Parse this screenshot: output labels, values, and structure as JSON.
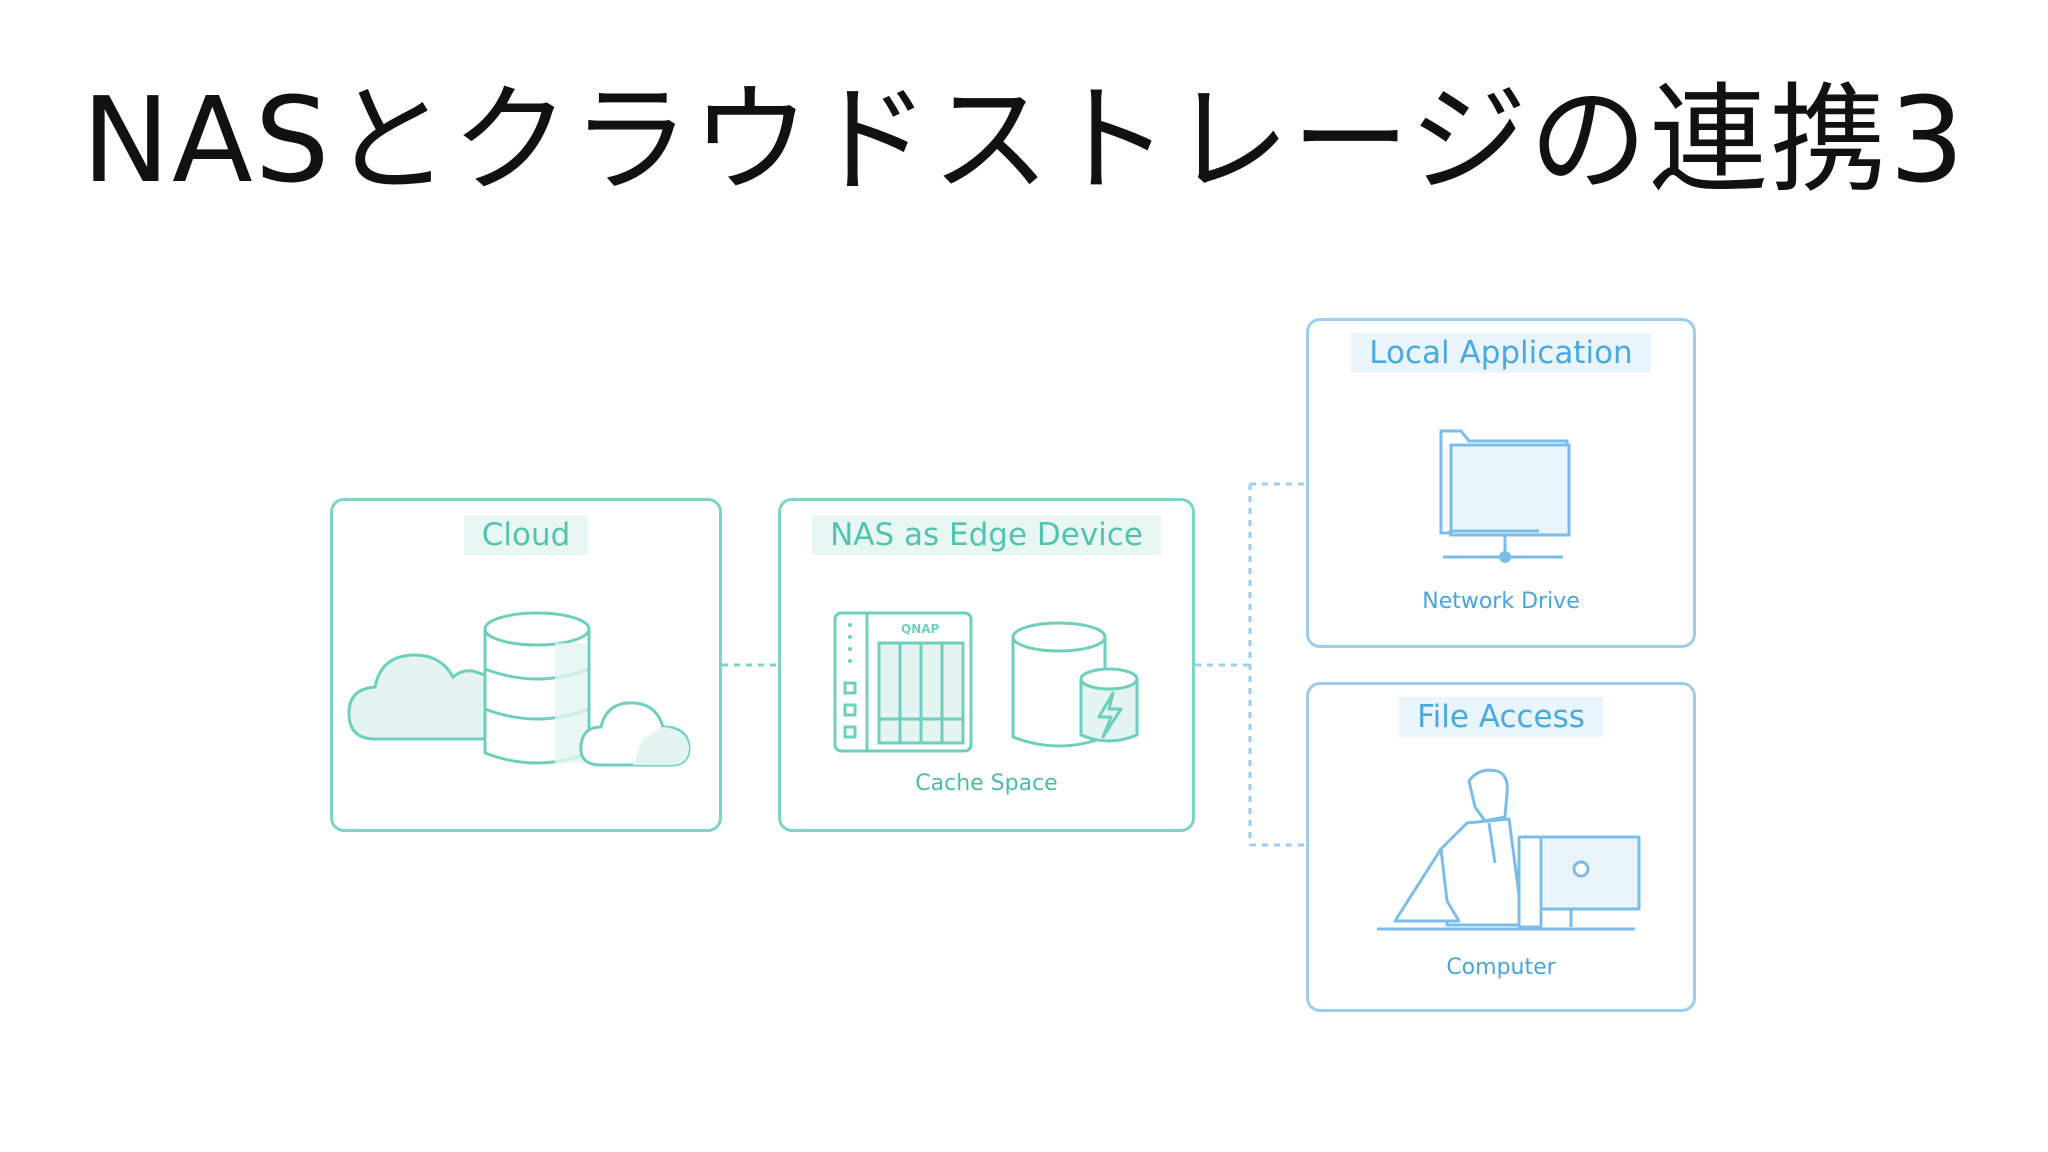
{
  "slide": {
    "title": "NASとクラウドストレージの連携3"
  },
  "diagram": {
    "cloud_box": {
      "title": "Cloud"
    },
    "nas_box": {
      "title": "NAS as Edge Device",
      "caption": "Cache Space",
      "device_brand": "QNAP"
    },
    "local_app_box": {
      "title": "Local Application",
      "caption": "Network Drive"
    },
    "file_access_box": {
      "title": "File Access",
      "caption": "Computer"
    }
  },
  "colors": {
    "teal": "#7fd3c4",
    "teal_text": "#52c4ad",
    "blue": "#9dcdee",
    "blue_text": "#4aaae0",
    "title_text": "#111111"
  }
}
